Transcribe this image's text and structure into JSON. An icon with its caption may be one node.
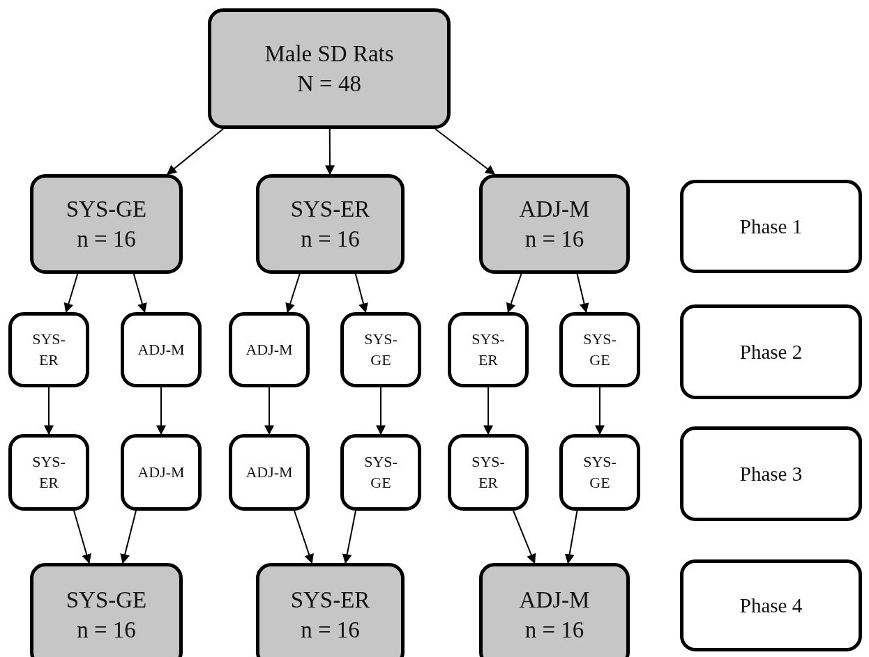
{
  "diagram": {
    "nodes": [
      {
        "text": [
          "Male SD Rats",
          "N = 48"
        ]
      },
      {
        "text": [
          "SYS-GE",
          "n = 16"
        ]
      },
      {
        "text": [
          "SYS-ER",
          "n = 16"
        ]
      },
      {
        "text": [
          "ADJ-M",
          "n = 16"
        ]
      },
      {
        "text": [
          "SYS-ER"
        ]
      },
      {
        "text": [
          "ADJ-M"
        ]
      },
      {
        "text": [
          "ADJ-M"
        ]
      },
      {
        "text": [
          "SYS-GE"
        ]
      },
      {
        "text": [
          "SYS-ER"
        ]
      },
      {
        "text": [
          "SYS-GE"
        ]
      },
      {
        "text": [
          "SYS-ER"
        ]
      },
      {
        "text": [
          "ADJ-M"
        ]
      },
      {
        "text": [
          "ADJ-M"
        ]
      },
      {
        "text": [
          "SYS-GE"
        ]
      },
      {
        "text": [
          "SYS-ER"
        ]
      },
      {
        "text": [
          "SYS-GE"
        ]
      },
      {
        "text": [
          "SYS-GE",
          "n = 16"
        ]
      },
      {
        "text": [
          "SYS-ER",
          "n = 16"
        ]
      },
      {
        "text": [
          "ADJ-M",
          "n = 16"
        ]
      },
      {
        "text": [
          "Phase 1"
        ]
      },
      {
        "text": [
          "Phase 2"
        ]
      },
      {
        "text": [
          "Phase 3"
        ]
      },
      {
        "text": [
          "Phase 4"
        ]
      }
    ],
    "edges": [
      {
        "from": 0,
        "to": 1,
        "arrow": "to"
      },
      {
        "from": 0,
        "to": 2,
        "arrow": "to"
      },
      {
        "from": 0,
        "to": 3,
        "arrow": "to"
      },
      {
        "from": 1,
        "to": 4,
        "arrow": "to"
      },
      {
        "from": 1,
        "to": 5,
        "arrow": "to"
      },
      {
        "from": 2,
        "to": 6,
        "arrow": "to"
      },
      {
        "from": 2,
        "to": 7,
        "arrow": "to"
      },
      {
        "from": 3,
        "to": 8,
        "arrow": "to"
      },
      {
        "from": 3,
        "to": 9,
        "arrow": "to"
      },
      {
        "from": 4,
        "to": 10,
        "arrow": "to"
      },
      {
        "from": 5,
        "to": 11,
        "arrow": "to"
      },
      {
        "from": 6,
        "to": 12,
        "arrow": "to"
      },
      {
        "from": 7,
        "to": 13,
        "arrow": "to"
      },
      {
        "from": 8,
        "to": 14,
        "arrow": "to"
      },
      {
        "from": 9,
        "to": 15,
        "arrow": "to"
      },
      {
        "from": 10,
        "to": 16,
        "arrow": "to"
      },
      {
        "from": 11,
        "to": 16,
        "arrow": "to"
      },
      {
        "from": 12,
        "to": 17,
        "arrow": "to"
      },
      {
        "from": 13,
        "to": 17,
        "arrow": "to"
      },
      {
        "from": 14,
        "to": 18,
        "arrow": "to"
      },
      {
        "from": 15,
        "to": 18,
        "arrow": "to"
      }
    ]
  }
}
